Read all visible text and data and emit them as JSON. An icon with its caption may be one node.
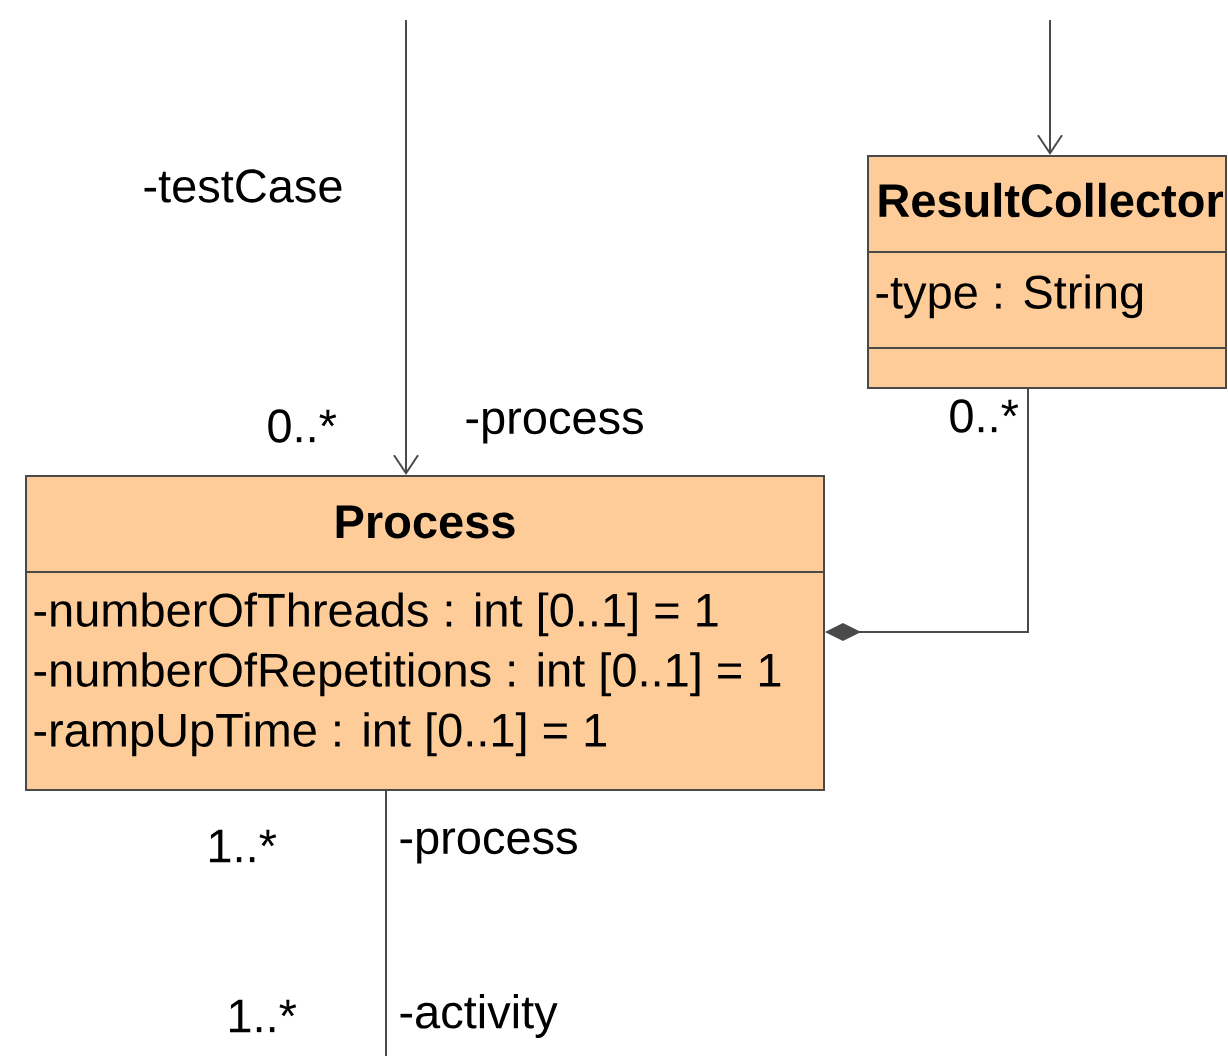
{
  "diagram": {
    "nodes": [
      {
        "text": [
          "Process",
          "-numberOfThreads : int [0..1] = 1",
          "-numberOfRepetitions : int [0..1] = 1",
          "-rampUpTime : int [0..1] = 1"
        ]
      },
      {
        "text": [
          "ResultCollector",
          "-type : String"
        ]
      }
    ],
    "edges": [
      {
        "from": null,
        "to": 0,
        "arrow": "to"
      },
      {
        "from": null,
        "to": 1,
        "arrow": "to"
      },
      {
        "from": 0,
        "to": 1,
        "arrow": "other"
      },
      {
        "from": 0,
        "to": null,
        "arrow": "none"
      }
    ],
    "labels": [
      "-testCase",
      "0..*",
      "-process",
      "0..*",
      "1..*",
      "-process",
      "1..*",
      "-activity"
    ]
  }
}
